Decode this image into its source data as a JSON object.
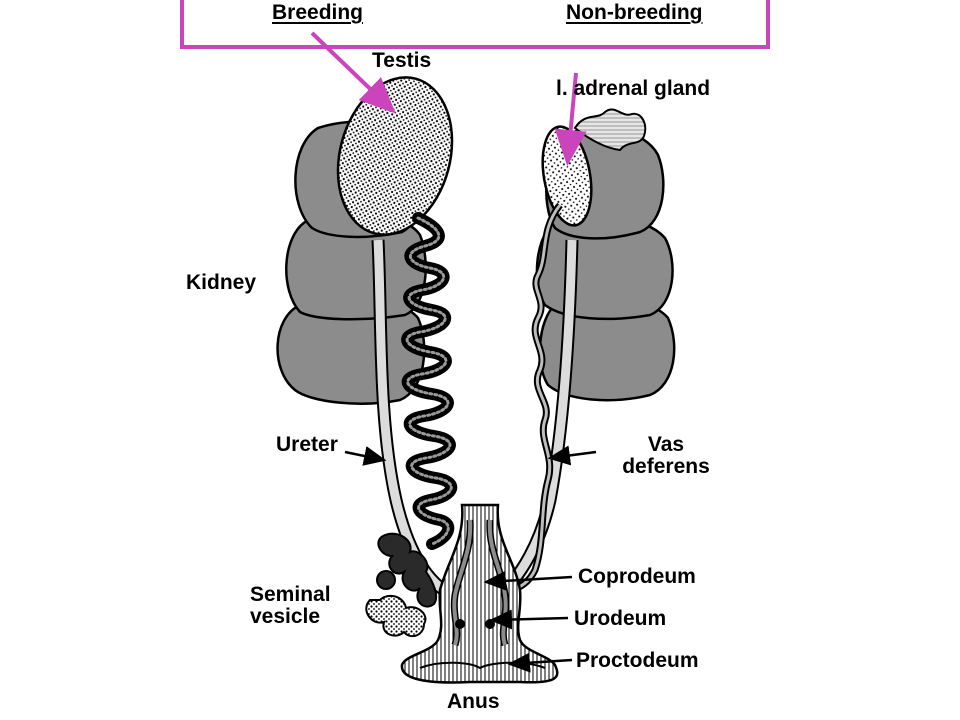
{
  "header": {
    "breeding_label": "Breeding",
    "non_breeding_label": "Non-breeding",
    "frame_color": "#cc44bb"
  },
  "labels": {
    "testis": "Testis",
    "adrenal_gland": "l. adrenal gland",
    "kidney": "Kidney",
    "ureter": "Ureter",
    "vas_deferens": "Vas\ndeferens",
    "seminal_vesicle": "Seminal\nvesicle",
    "coprodeum": "Coprodeum",
    "urodeum": "Urodeum",
    "proctodeum": "Proctodeum",
    "anus": "Anus"
  },
  "colors": {
    "kidney_fill": "#8c8c8c",
    "accent_arrow": "#cc44bb",
    "outline": "#000000"
  }
}
